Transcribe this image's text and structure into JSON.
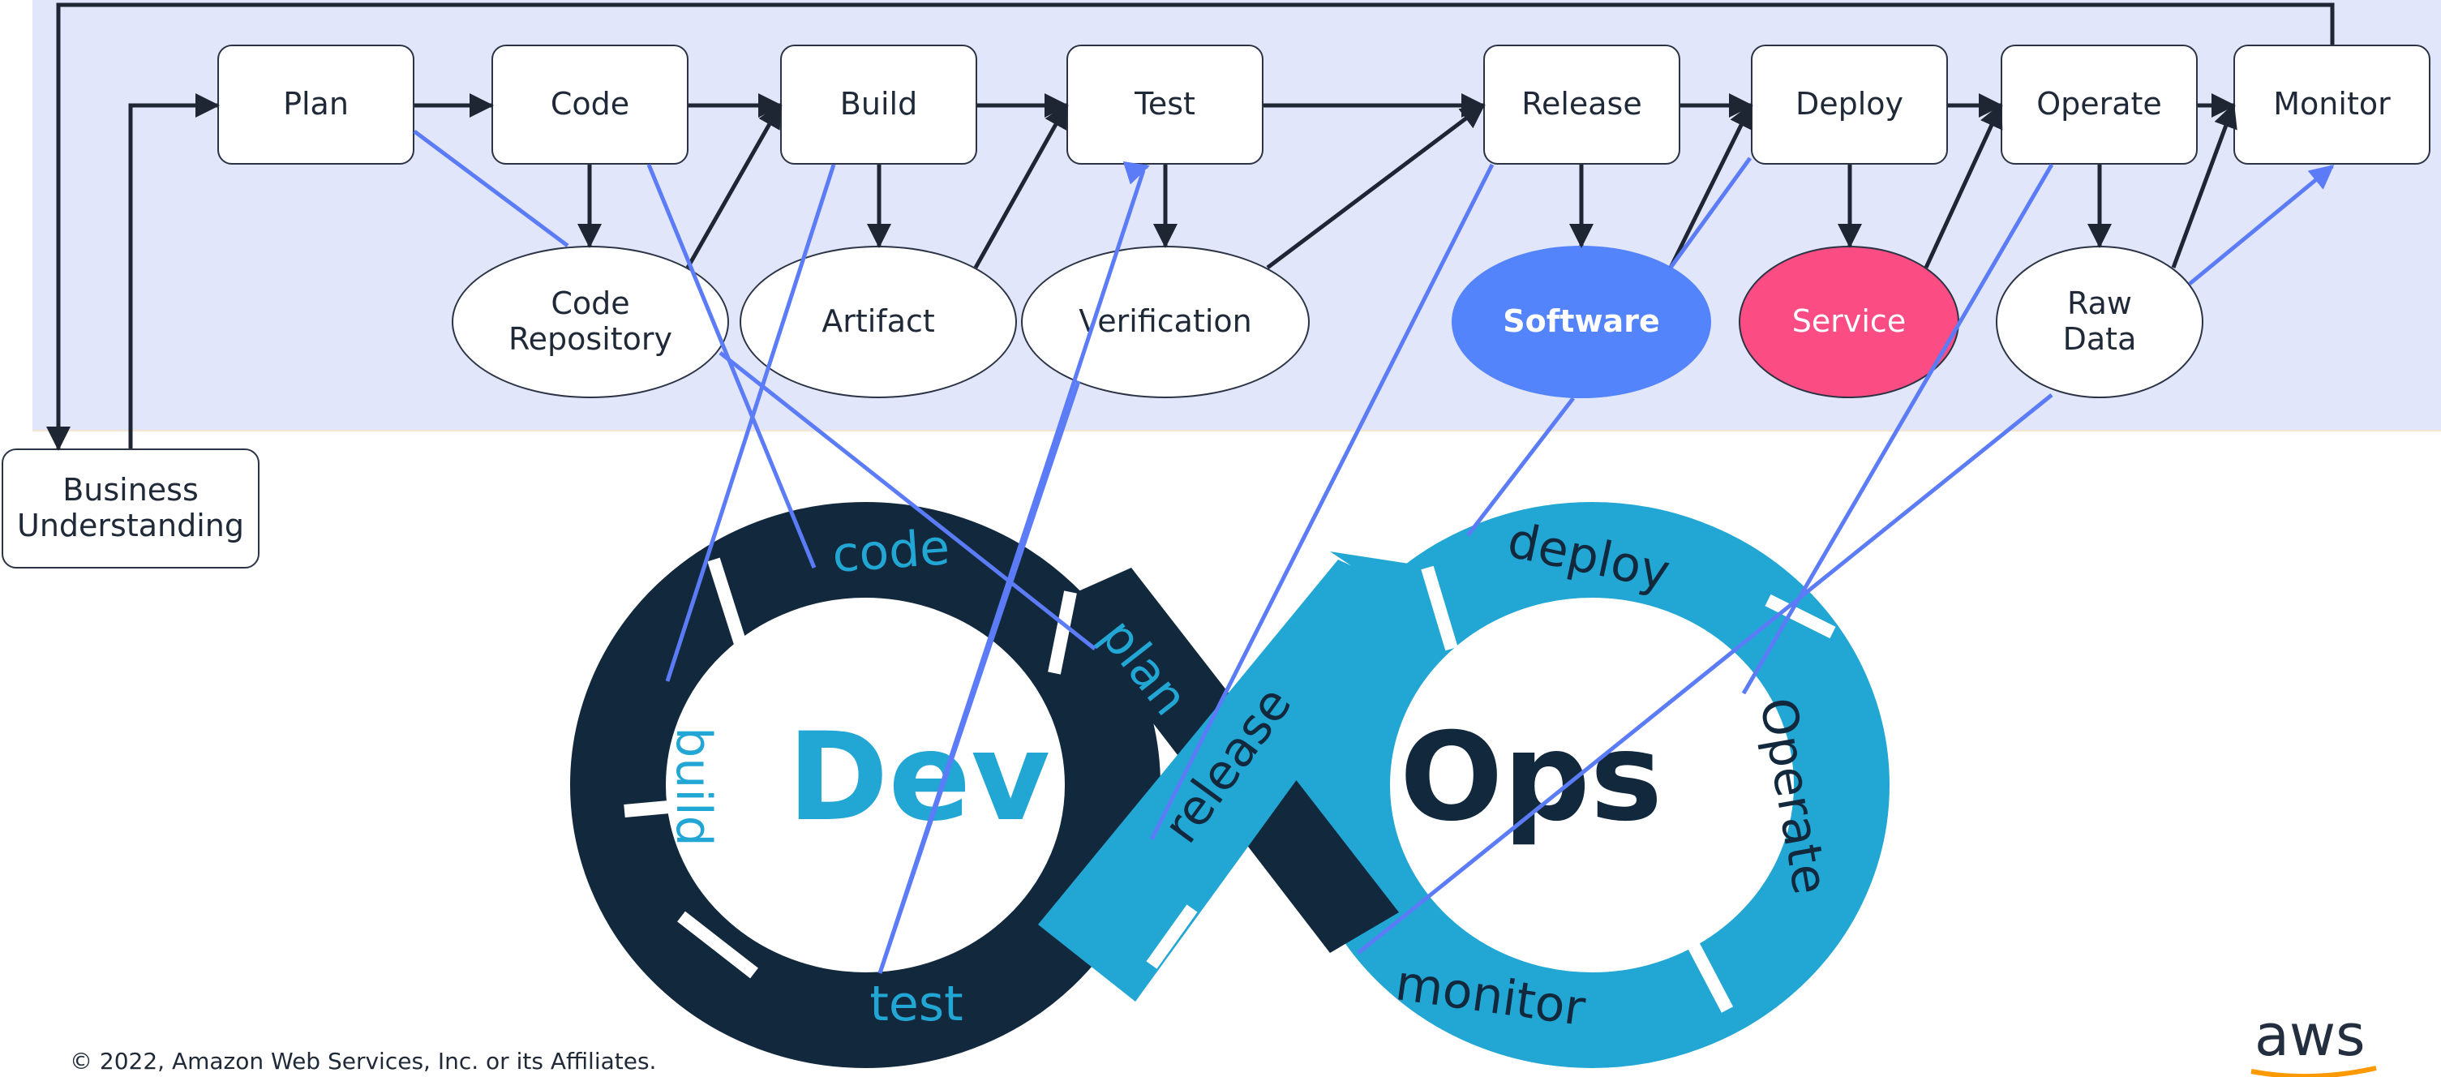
{
  "top_row": [
    {
      "key": "plan",
      "label": "Plan"
    },
    {
      "key": "code",
      "label": "Code"
    },
    {
      "key": "build",
      "label": "Build"
    },
    {
      "key": "test",
      "label": "Test"
    },
    {
      "key": "release",
      "label": "Release"
    },
    {
      "key": "deploy",
      "label": "Deploy"
    },
    {
      "key": "operate",
      "label": "Operate"
    },
    {
      "key": "monitor",
      "label": "Monitor"
    }
  ],
  "artifacts": [
    {
      "key": "code_repository",
      "label": "Code\nRepository"
    },
    {
      "key": "artifact",
      "label": "Artifact"
    },
    {
      "key": "verification",
      "label": "Verification"
    },
    {
      "key": "software",
      "label": "Software"
    },
    {
      "key": "service",
      "label": "Service"
    },
    {
      "key": "raw_data",
      "label": "Raw\nData"
    }
  ],
  "business": {
    "label": "Business\nUnderstanding"
  },
  "infinity": {
    "dev_title": "Dev",
    "ops_title": "Ops",
    "segments": [
      "code",
      "build",
      "test",
      "plan",
      "release",
      "deploy",
      "Operate",
      "monitor"
    ]
  },
  "footer": {
    "copyright": "© 2022, Amazon Web Services, Inc. or its Affiliates."
  },
  "logo": {
    "text": "aws"
  },
  "colors": {
    "panel": "#e2e6fb",
    "arrow": "#1f2633",
    "mapping_line": "#5b7cf6",
    "dev_dark": "#12293d",
    "ops_light": "#22a6d4",
    "software": "#5484fb",
    "service": "#fb4c84",
    "aws_orange": "#ff9900"
  }
}
